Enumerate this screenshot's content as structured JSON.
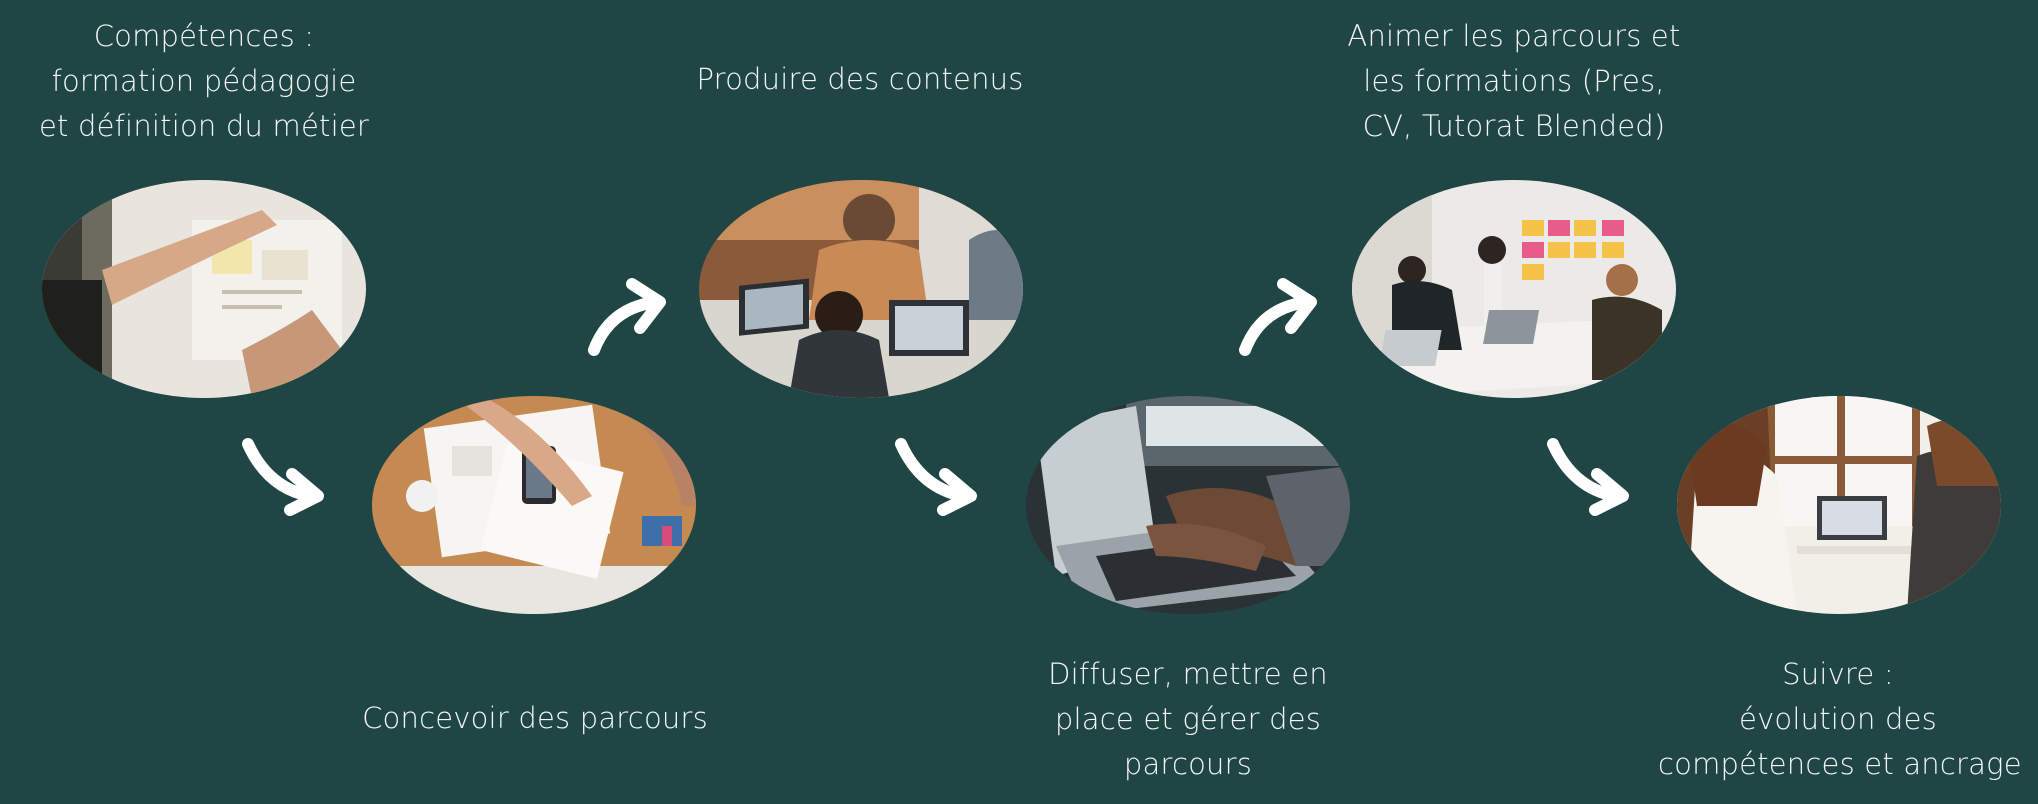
{
  "colors": {
    "background": "#1f4545",
    "text": "#f4f7f6",
    "arrow": "#ffffff"
  },
  "steps": [
    {
      "lines": [
        "Compétences :",
        "formation pédagogie",
        "et définition du métier"
      ],
      "image": "person pointing at whiteboard sketches"
    },
    {
      "lines": [
        "Concevoir des parcours"
      ],
      "image": "hands with smartphone over wireframe sketches on desk"
    },
    {
      "lines": [
        "Produire des contenus"
      ],
      "image": "team working on laptops around a table"
    },
    {
      "lines": [
        "Diffuser, mettre en",
        "place et gérer des",
        "parcours"
      ],
      "image": "hands typing on laptop keyboard"
    },
    {
      "lines": [
        "Animer les parcours et",
        "les formations (Pres,",
        "CV, Tutorat Blended)"
      ],
      "image": "presenter with sticky notes in meeting room"
    },
    {
      "lines": [
        "Suivre :",
        "évolution des",
        "compétences et ancrage"
      ],
      "image": "two women looking at a laptop by a window"
    }
  ]
}
